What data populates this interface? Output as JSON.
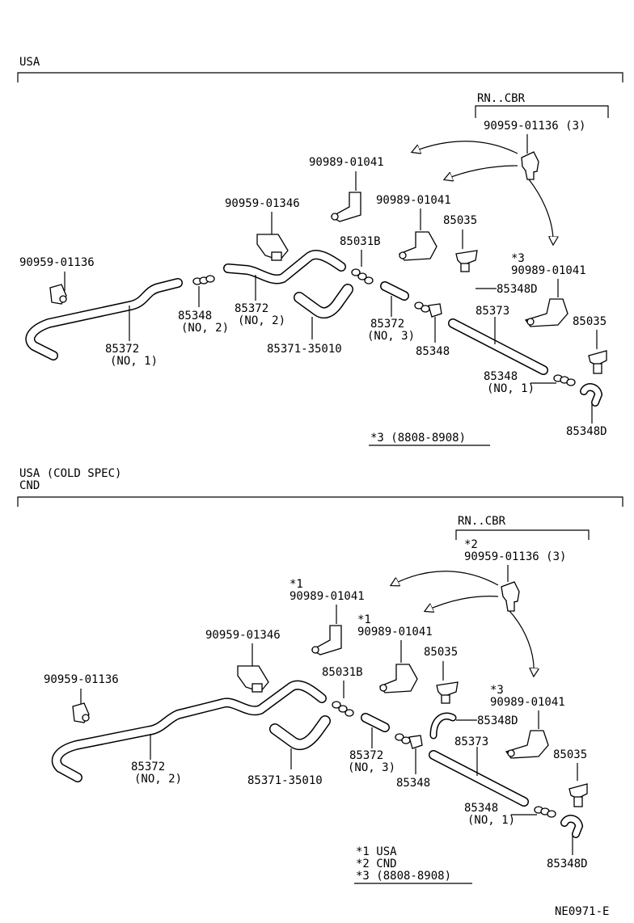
{
  "sections": [
    {
      "title": "USA",
      "subtitle": "",
      "group_label": "RN..CBR",
      "labels": {
        "clip_top_right": "90959-01136 (3)",
        "clip_left": "90959-01136",
        "clamp_top": "90989-01041",
        "clamp_mid": "90989-01041",
        "clamp_right_mark": "*3",
        "clamp_right": "90989-01041",
        "bracket": "90959-01346",
        "conn_85031b": "85031B",
        "nozzle_1": "85035",
        "nozzle_2": "85035",
        "elbow_1": "85348D",
        "elbow_2": "85348D",
        "hose_long": "85372",
        "hose_long_no": "(NO, 1)",
        "conn_85348_a": "85348",
        "conn_85348_a_no": "(NO, 2)",
        "hose_mid": "85372",
        "hose_mid_no": "(NO, 2)",
        "hose_short": "85372",
        "hose_short_no": "(NO, 3)",
        "hose_molded": "85371-35010",
        "tee": "85348",
        "hose_85373": "85373",
        "conn_85348_b": "85348",
        "conn_85348_b_no": "(NO, 1)"
      },
      "notes": [
        "*3  (8808-8908)"
      ]
    },
    {
      "title": "USA  (COLD SPEC)",
      "subtitle": "CND",
      "group_label": "RN..CBR",
      "labels": {
        "clip_top_right_mark": "*2",
        "clip_top_right": "90959-01136 (3)",
        "clip_left": "90959-01136",
        "clamp_top_mark": "*1",
        "clamp_top": "90989-01041",
        "clamp_mid_mark": "*1",
        "clamp_mid": "90989-01041",
        "clamp_right_mark": "*3",
        "clamp_right": "90989-01041",
        "bracket": "90959-01346",
        "conn_85031b": "85031B",
        "nozzle_1": "85035",
        "nozzle_2": "85035",
        "elbow_1": "85348D",
        "elbow_2": "85348D",
        "hose_long": "85372",
        "hose_long_no": "(NO, 2)",
        "hose_short": "85372",
        "hose_short_no": "(NO, 3)",
        "hose_molded": "85371-35010",
        "tee": "85348",
        "hose_85373": "85373",
        "conn_85348_b": "85348",
        "conn_85348_b_no": "(NO, 1)"
      },
      "notes": [
        "*1  USA",
        "*2  CND",
        "*3  (8808-8908)"
      ]
    }
  ],
  "figure_id": "NE0971-E"
}
